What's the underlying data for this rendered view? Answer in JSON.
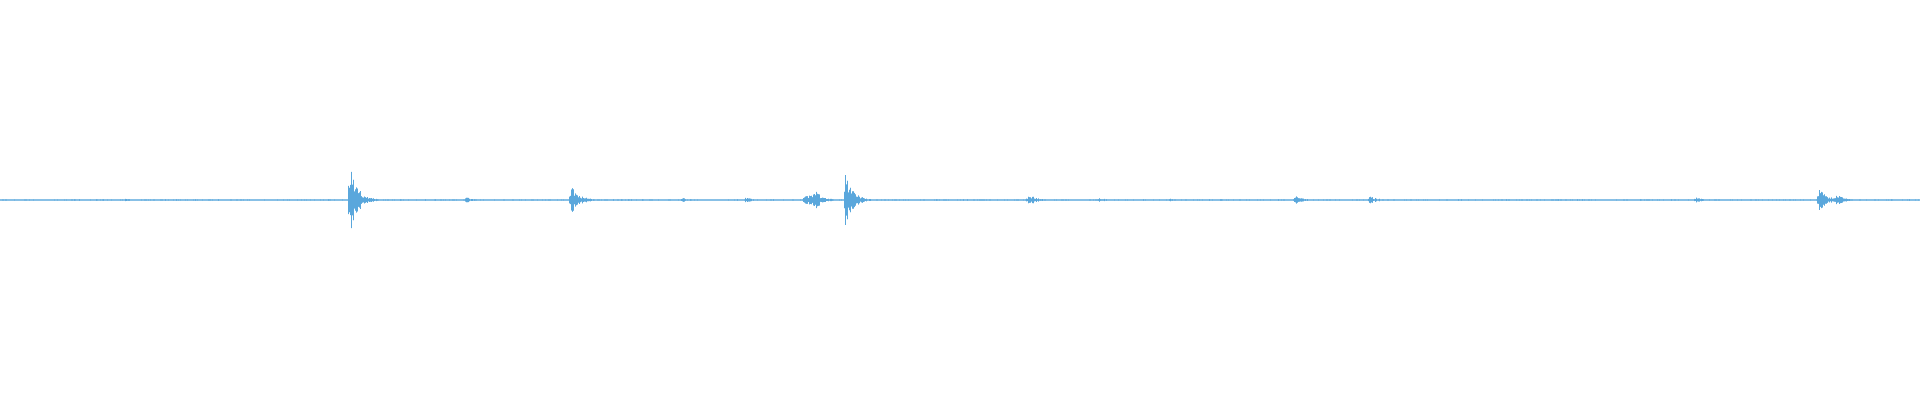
{
  "waveform": {
    "color": "#5aa7dc",
    "baseline_amplitude": 0.01,
    "transients": [
      {
        "t": 0.065,
        "peak": 0.03
      },
      {
        "t": 0.182,
        "peak": 0.72
      },
      {
        "t": 0.242,
        "peak": 0.06
      },
      {
        "t": 0.297,
        "peak": 0.33
      },
      {
        "t": 0.355,
        "peak": 0.05
      },
      {
        "t": 0.388,
        "peak": 0.05
      },
      {
        "t": 0.419,
        "peak": 0.15
      },
      {
        "t": 0.423,
        "peak": 0.25
      },
      {
        "t": 0.44,
        "peak": 0.49
      },
      {
        "t": 0.535,
        "peak": 0.13
      },
      {
        "t": 0.572,
        "peak": 0.05
      },
      {
        "t": 0.609,
        "peak": 0.03
      },
      {
        "t": 0.674,
        "peak": 0.1
      },
      {
        "t": 0.713,
        "peak": 0.08
      },
      {
        "t": 0.87,
        "peak": 0.03
      },
      {
        "t": 0.883,
        "peak": 0.05
      },
      {
        "t": 0.947,
        "peak": 0.26
      },
      {
        "t": 0.956,
        "peak": 0.13
      }
    ]
  }
}
